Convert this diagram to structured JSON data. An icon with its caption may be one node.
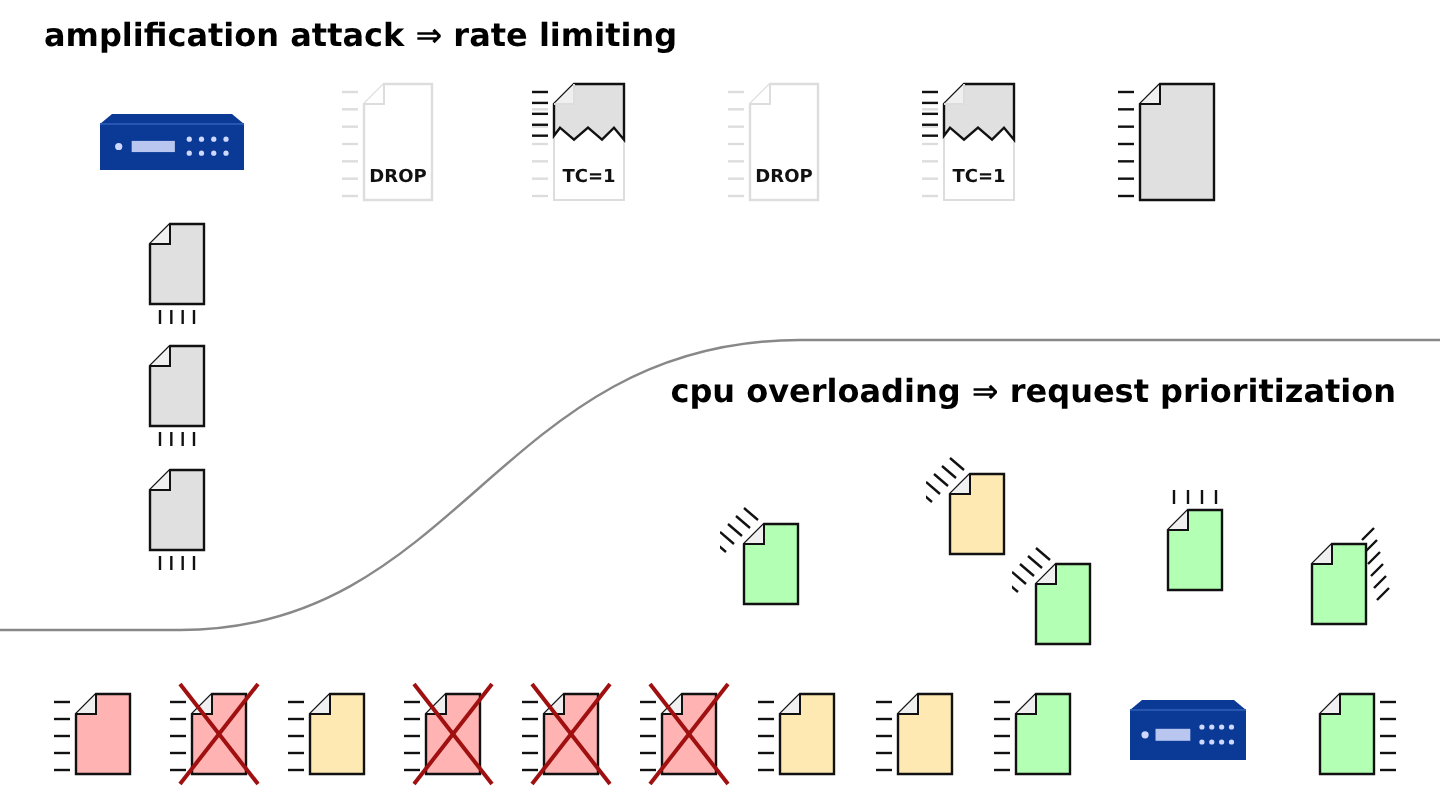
{
  "diagram": {
    "title": "amplification attack ⇒ rate limiting",
    "nodes": [
      {
        "text": [],
        "shape": "picture"
      },
      {
        "text": [
          "DROP"
        ]
      },
      {
        "text": [
          "TC=1"
        ]
      },
      {
        "text": [
          "DROP"
        ]
      },
      {
        "text": [
          "TC=1"
        ]
      },
      {
        "text": [],
        "shape": "document"
      },
      {
        "text": [],
        "shape": "document"
      },
      {
        "text": [],
        "shape": "document"
      },
      {
        "text": [],
        "shape": "document"
      },
      {
        "text": [],
        "shape": "document"
      },
      {
        "text": [],
        "shape": "document"
      },
      {
        "text": [],
        "shape": "document"
      },
      {
        "text": [],
        "shape": "document"
      },
      {
        "text": [],
        "shape": "document"
      },
      {
        "text": [],
        "shape": "document"
      },
      {
        "text": [],
        "shape": "document"
      },
      {
        "text": [],
        "shape": "document"
      },
      {
        "text": [],
        "shape": "document"
      },
      {
        "text": [],
        "shape": "document"
      },
      {
        "text": [],
        "shape": "document"
      },
      {
        "text": [],
        "shape": "document"
      },
      {
        "text": [],
        "shape": "document"
      },
      {
        "text": [],
        "shape": "document"
      },
      {
        "text": [],
        "shape": "picture"
      },
      {
        "text": [],
        "shape": "document"
      }
    ],
    "labels": [
      "cpu overloading ⇒ request prioritization"
    ]
  }
}
